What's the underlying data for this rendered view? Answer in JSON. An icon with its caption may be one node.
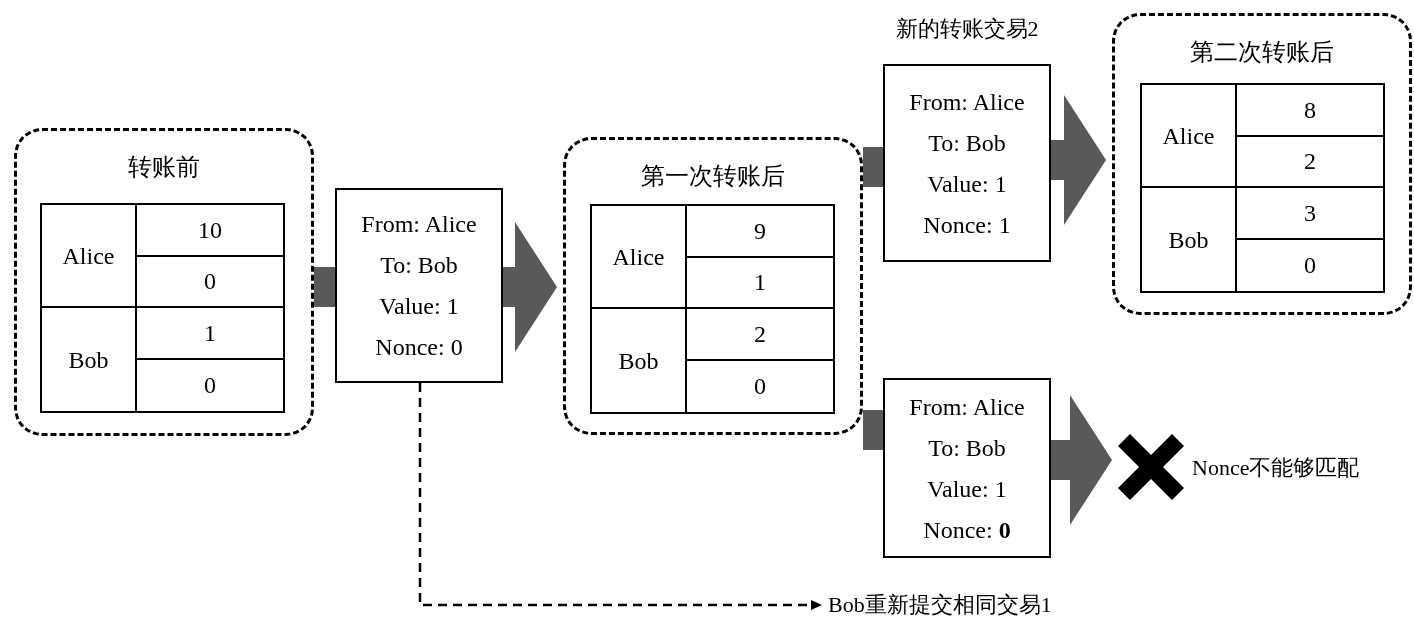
{
  "diagram": {
    "nodes": [
      {
        "text": [
          "转账前"
        ]
      },
      {
        "text": [
          "Alice",
          "10",
          "0",
          "Bob",
          "1",
          "0"
        ],
        "in": 0
      },
      {
        "text": [
          "From: Alice",
          "To: Bob",
          "Value: 1",
          "Nonce: 0"
        ]
      },
      {
        "text": [
          "第一次转账后"
        ]
      },
      {
        "text": [
          "Alice",
          "9",
          "1",
          "Bob",
          "2",
          "0"
        ],
        "in": 3
      },
      {
        "text": [
          "新的转账交易2",
          "From: Alice",
          "To: Bob",
          "Value: 1",
          "Nonce: 1"
        ]
      },
      {
        "text": [
          "第二次转账后"
        ]
      },
      {
        "text": [
          "Alice",
          "8",
          "2",
          "Bob",
          "3",
          "0"
        ],
        "in": 6
      },
      {
        "text": [
          "From: Alice",
          "To: Bob",
          "Value: 1",
          "Nonce: **0**"
        ]
      },
      {
        "text": [],
        "shape": "cross",
        "beside": [
          "Nonce不能够匹配"
        ]
      },
      {
        "text": [
          "Bob重新提交相同交易1"
        ]
      }
    ],
    "edges": [
      {
        "from": 0,
        "to": 2,
        "arrow": "none"
      },
      {
        "from": 2,
        "to": 3,
        "arrow": "to"
      },
      {
        "from": 3,
        "to": 5,
        "arrow": "none"
      },
      {
        "from": 5,
        "to": 6,
        "arrow": "to"
      },
      {
        "from": 3,
        "to": 8,
        "arrow": "none"
      },
      {
        "from": 8,
        "to": 9,
        "arrow": "to"
      },
      {
        "from": 2,
        "to": 10,
        "arrow": "to",
        "style": "dashed",
        "color": "#000000"
      }
    ]
  }
}
